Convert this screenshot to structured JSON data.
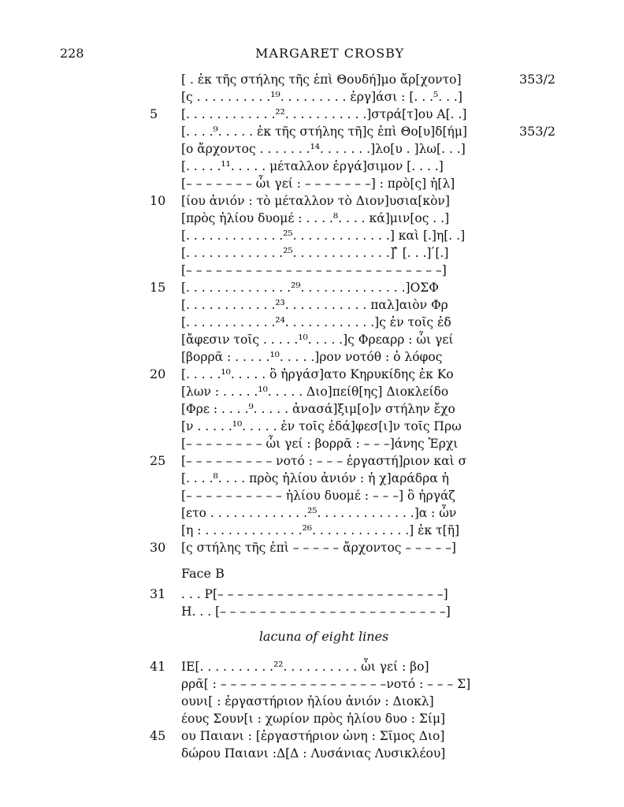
{
  "header": {
    "page_number": "228",
    "running_head": "MARGARET CROSBY"
  },
  "face_a": {
    "lines": [
      "[ . ἐκ τῆς στήλης τῆς ἐπὶ Θουδή]μο ἄρ[χοντο]",
      "[ς . . . . . . . . . .¹⁹. . . . . . . . . ἐργ]άσι : [. . .⁵. . .]",
      "[. . . . . . . . . . . .²². . . . . . . . . . .]στρά[τ]ου Α[. .]",
      "[. . . .⁹. . . . . ἐκ τῆς στήλης τῆ]ς ἐπὶ Θο[υ]δ[ήμ]",
      "[ο ἄρχοντος . . . . . . .¹⁴. . . . . . .]λο[υ . ]λω[. . .]",
      "[. . . . .¹¹. . . . . μέταλλον ἐργά]σιμον [. . . .]",
      "[– – – – – – – ὧι γεί : – – – – – – –] : πρὸ[ς] ἡ[λ]",
      "[ίου ἀνιόν : τὸ μέταλλον τὸ Διον]υσια[κὸν]",
      "[πρὸς ἡλίου δυομέ : . . . .⁸. . . . κά]μιν[ος . .]",
      "[. . . . . . . . . . . . .²⁵. . . . . . . . . . . . .] καὶ [.]η[. .]",
      "[. . . . . . . . . . . . .²⁵. . . . . . . . . . . . .] ̓̑ [. . .] ́[.]",
      "[– – – – – – – – – – – – – – – – – – – – – – – – – –]",
      "[. . . . . . . . . . . . . .²⁹. . . . . . . . . . . . . .]ΟΣΦ",
      "[. . . . . . . . . . . .²³. . . . . . . . . . . παλ]αιὸν Φρ",
      "[. . . . . . . . . . . .²⁴. . . . . . . . . . . .]ς ἐν τοῖς ἐδ",
      "[ἄφεσιν τοῖς . . . . .¹⁰. . . . .]ς Φρεαρρ : ὧι γεί",
      "[βορρᾶ : . . . . .¹⁰. . . . .]ρον νοτόθ : ὁ λόφος",
      "[. . . . .¹⁰. . . . . ὃ ἠργάσ]ατο Κηρυκίδης ἐκ Κο",
      "[λων : . . . . .¹⁰. . . . . Διο]πείθ[ης] Διοκλείδο",
      "[Φρε : . . . .⁹. . . . . ἀνασά]ξιμ[ο]ν στήλην ἔχο",
      "[ν . . . . .¹⁰. . . . . ἐν τοῖς ἐδά]φεσ[ι]ν τοῖς Πρω",
      "[– – – – – – – – ὧι γεί : βορρᾶ : – – –]άνης Ἐρχι",
      "[– – – – – – – – – νοτό : – – – ἐργαστή]ριον καὶ σ",
      "[. . . .⁸. . . . πρὸς ἡλίου ἀνιόν : ἡ χ]αράδρα ἡ",
      "[– – – – – – – – – – ἡλίου δυομέ : – – –] ὃ ἠργάζ",
      "[ετο . . . . . . . . . . . . .²⁵. . . . . . . . . . . . .]α : ὧν",
      "[η : . . . . . . . . . . . . .²⁶. . . . . . . . . . . . .] ἐκ τ[ῆ]",
      "[ς στήλης τῆς ἐπὶ – – – – – ἄρχοντος – – – – –]"
    ],
    "line_numbers": [
      "5",
      "10",
      "15",
      "20",
      "25",
      "30"
    ],
    "dates": [
      "353/2",
      "353/2"
    ]
  },
  "face_b": {
    "heading": "Face B",
    "lines": [
      ". . . Ρ[– – – – – – – – – – – – – – – – – – – – – – –]",
      "Η. . . [– – – – – – – – – – – – – – – – – – – – – – –]"
    ],
    "line_number": "31",
    "lacuna": "lacuna of eight lines",
    "lines_b": [
      "ΙΕ[. . . . . . . . . .²². . . . . . . . . . ὧι γεί : βο]",
      "ρρᾶ[ : – – – – – – – – – – – – – – – – –νοτό : – – – Σ]",
      "ουνι[ : ἐργαστήριον ἡλίου ἀνιόν : Διοκλ]",
      "έους Σουν[ι : χωρίον πρὸς ἡλίου δυο : Σίμ]",
      "ου Παιανι : [ἐργαστήριον ὠνη : Σῖμος Διο]",
      "δώρου Παιανι :Δ[Δ : Λυσάνιας Λυσικλέου]"
    ],
    "line_numbers_b": [
      "41",
      "45"
    ]
  }
}
